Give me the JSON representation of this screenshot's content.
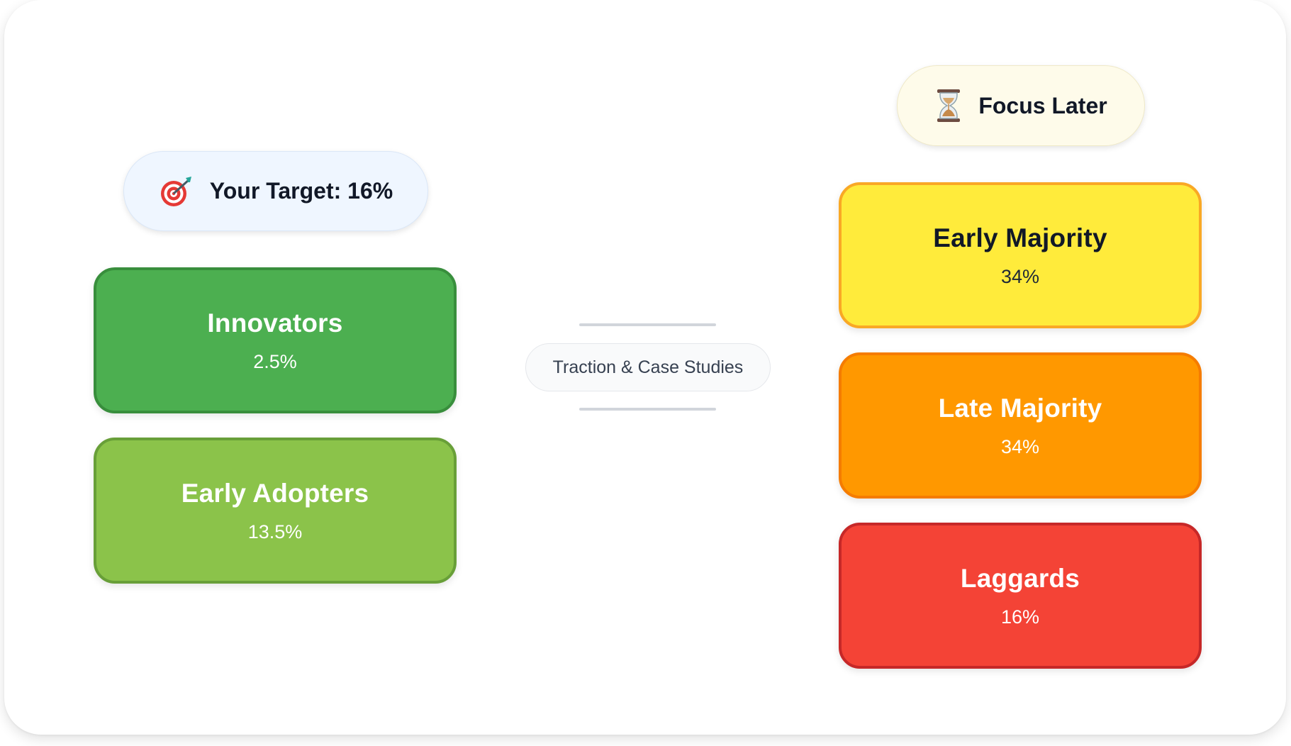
{
  "target_pill": {
    "icon": "target-icon",
    "label": "Your Target: 16%"
  },
  "later_pill": {
    "icon": "hourglass-icon",
    "label": "Focus Later"
  },
  "segments": [
    {
      "name": "Innovators",
      "percent": "2.5%",
      "color": "#4caf50"
    },
    {
      "name": "Early Adopters",
      "percent": "13.5%",
      "color": "#8bc34a"
    },
    {
      "name": "Early Majority",
      "percent": "34%",
      "color": "#ffeb3b"
    },
    {
      "name": "Late Majority",
      "percent": "34%",
      "color": "#ff9800"
    },
    {
      "name": "Laggards",
      "percent": "16%",
      "color": "#f44336"
    }
  ],
  "chasm": {
    "label": "Traction & Case Studies"
  }
}
